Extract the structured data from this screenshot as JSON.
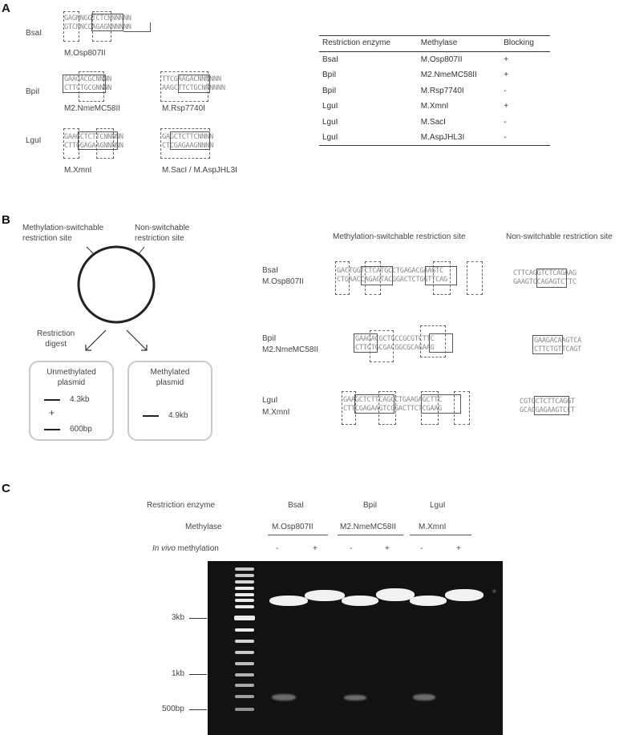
{
  "panels": {
    "a": "A",
    "b": "B",
    "c": "C"
  },
  "panel_a": {
    "site_labels": {
      "bsai": "BsaI",
      "bpii": "BpiI",
      "lgui": "LguI"
    },
    "seq_bsai_top": "GAGNNGGTCTCNNNNNN",
    "seq_bsai_bot": "GTCNNCCAGAGNNNNNN",
    "seq_bpi1_top": "GAAGACGCNNNN",
    "seq_bpi1_bot": "CTTCTGCGNNNN",
    "seq_bpi2_top": "TTCGAAGACNNNNNN",
    "seq_bpi2_bot": "AAGCTTCTGCNNNNNN",
    "seq_lgu1_top": "GAAGCTCTTCNNNNN",
    "seq_lgu1_bot": "CTTCGAGAAGNNNNN",
    "seq_lgu2_top": "GAGCTCTTCNNNN",
    "seq_lgu2_bot": "CTCGAGAAGNNNN",
    "methylase_labels": {
      "osp": "M.Osp807II",
      "nme": "M2.NmeMC58II",
      "rsp": "M.Rsp7740I",
      "xmn": "M.XmnI",
      "sac": "M.SacI / M.AspJHL3I"
    },
    "table": {
      "headers": [
        "Restriction enzyme",
        "Methylase",
        "Blocking"
      ],
      "rows": [
        [
          "BsaI",
          "M.Osp807II",
          "+"
        ],
        [
          "BpiI",
          "M2.NmeMC58II",
          "+"
        ],
        [
          "BpiI",
          "M.Rsp7740I",
          "-"
        ],
        [
          "LguI",
          "M.XmnI",
          "+"
        ],
        [
          "LguI",
          "M.SacI",
          "-"
        ],
        [
          "LguI",
          "M.AspJHL3I",
          "-"
        ]
      ]
    }
  },
  "panel_b": {
    "left": {
      "switchable": "Methylation-switchable\nrestriction site",
      "non_switchable": "Non-switchable\nrestriction site",
      "digest": "Restriction\ndigest",
      "unmethylated": "Unmethylated\nplasmid",
      "methylated": "Methylated\nplasmid",
      "plus": "+",
      "band_43": "4.3kb",
      "band_600": "600bp",
      "band_49": "4.9kb"
    },
    "headers": {
      "switchable": "Methylation-switchable restriction site",
      "non_switchable": "Non-switchable restriction site"
    },
    "rows": [
      {
        "enzyme": "BsaI",
        "methylase": "M.Osp807II",
        "sw_top": "GACTGGTCTCATGCCTGAGACGAAGTC",
        "sw_bot": "CTGAACCAGAGTACGGACTCTGGTTCAG",
        "ns_top": "CTTCAGGTCTCAGAAG",
        "ns_bot": "GAAGTCCAGAGTCTTC"
      },
      {
        "enzyme": "BpiI",
        "methylase": "M2.NmeMC58II",
        "sw_top": "GAAGACGCTGCCGCGTCTTC",
        "sw_bot": "CTTCTGCGACGGCGCAGAAG",
        "ns_top": "GAAGACAAGTCA",
        "ns_bot": "CTTCTGTTCAGT"
      },
      {
        "enzyme": "LguI",
        "methylase": "M.XmnI",
        "sw_top": "GAAGCTCTTCAGCCTGAAGAGCTTC",
        "sw_bot": "CTTCGAGAAGTCGGACTTCTCGAAG",
        "ns_top": "CGTGCTCTTCAGGT",
        "ns_bot": "GCACGAGAAGTCCT"
      }
    ]
  },
  "panel_c": {
    "row_labels": {
      "enzyme": "Restriction enzyme",
      "methylase": "Methylase",
      "invivo_italic": "In vivo",
      "invivo_rest": " methylation"
    },
    "enzymes": [
      "BsaI",
      "BpiI",
      "LguI"
    ],
    "methylases": [
      "M.Osp807II",
      "M2.NmeMC58II",
      "M.XmnI"
    ],
    "lanes": [
      "-",
      "+",
      "-",
      "+",
      "-",
      "+"
    ],
    "size_markers": [
      "3kb",
      "1kb",
      "500bp"
    ]
  }
}
